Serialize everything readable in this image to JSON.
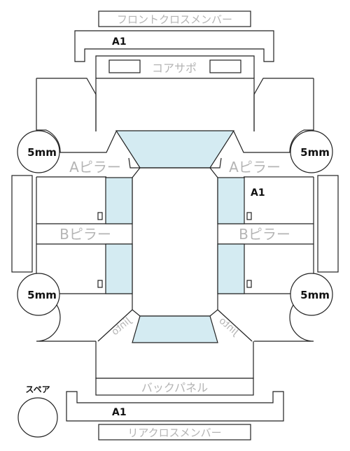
{
  "labels": {
    "front_cross_member": "フロントクロスメンバー",
    "core_support": "コアサポ",
    "a_pillar": "Aピラー",
    "b_pillar": "Bピラー",
    "back_panel": "バックパネル",
    "rear_cross_member": "リアクロスメンバー",
    "spare": "スペア",
    "grade_front": "A1",
    "grade_right_door": "A1",
    "grade_rear": "A1",
    "wheel_front_left": "5mm",
    "wheel_front_right": "5mm",
    "wheel_rear_left": "5mm",
    "wheel_rear_right": "5mm",
    "rear_left_corner": "Jinto",
    "rear_right_corner": "Jinto"
  },
  "colors": {
    "glass": "#d4ebf2",
    "label_gray": "#b4b4b4",
    "line": "#222222"
  }
}
